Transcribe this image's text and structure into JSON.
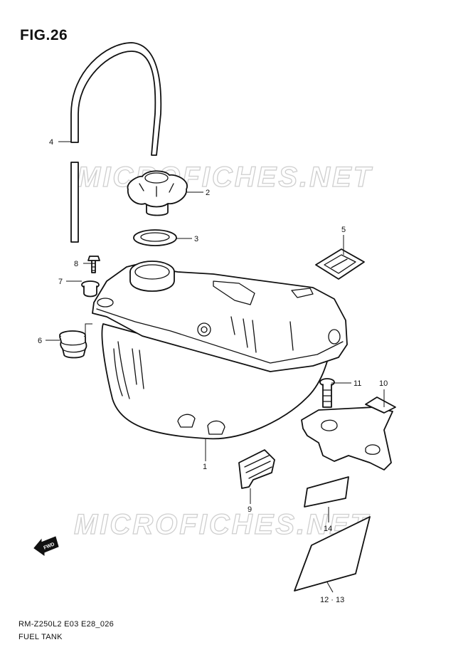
{
  "figure": {
    "title": "FIG.26",
    "code": "RM-Z250L2 E03 E28_026",
    "name": "FUEL TANK"
  },
  "watermark": "MICROFICHES.NET",
  "fwd_label": "FWD",
  "callouts": {
    "c1": "1",
    "c2": "2",
    "c3": "3",
    "c4": "4",
    "c5": "5",
    "c6": "6",
    "c7": "7",
    "c8": "8",
    "c9": "9",
    "c10": "10",
    "c11": "11",
    "c12_13": "12 · 13",
    "c14": "14"
  },
  "colors": {
    "line": "#111111",
    "watermark": "#cfcfcf"
  }
}
